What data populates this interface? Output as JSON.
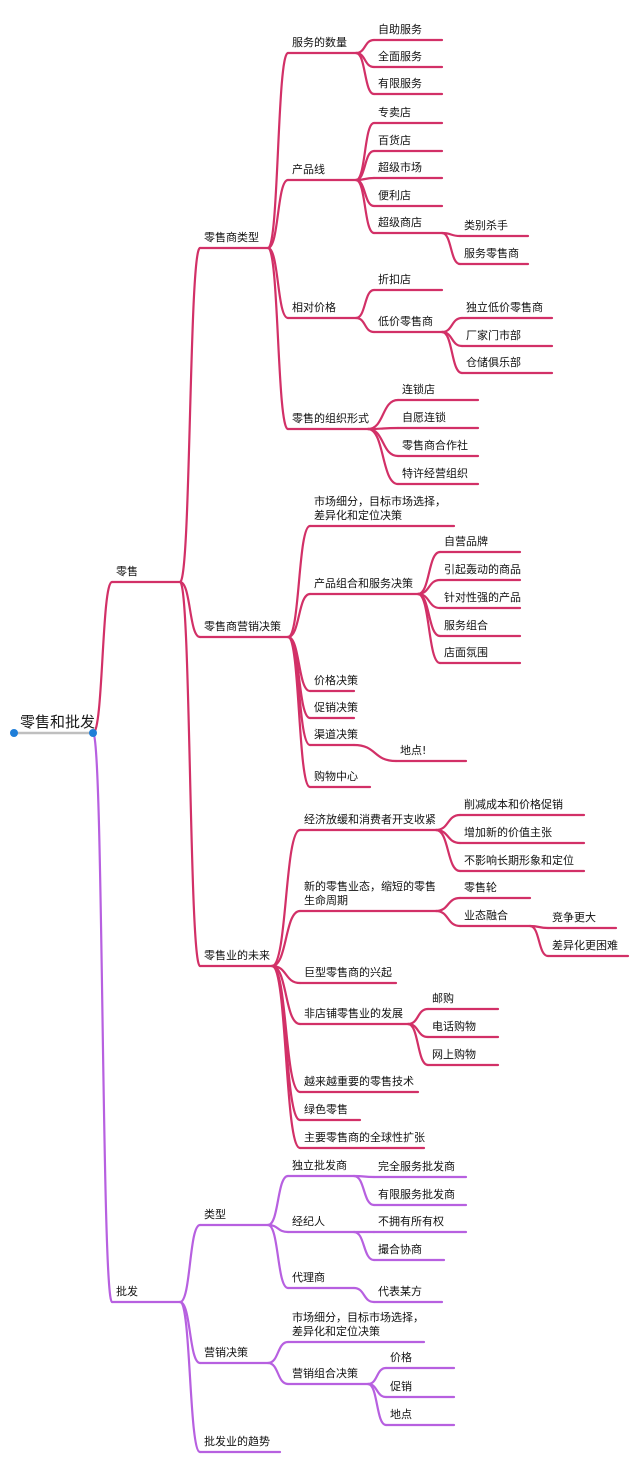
{
  "root": "零售和批发",
  "colors": {
    "retail": "#d23067",
    "wholesale": "#b760e0",
    "root_line": "#bfbfbf",
    "handle": "#1f7ed8"
  },
  "retail": {
    "label": "零售",
    "types": {
      "label": "零售商类型",
      "service": {
        "label": "服务的数量",
        "items": [
          "自助服务",
          "全面服务",
          "有限服务"
        ]
      },
      "product_line": {
        "label": "产品线",
        "items": [
          "专卖店",
          "百货店",
          "超级市场",
          "便利店"
        ],
        "superstore": {
          "label": "超级商店",
          "items": [
            "类别杀手",
            "服务零售商"
          ]
        }
      },
      "relative_price": {
        "label": "相对价格",
        "discount": "折扣店",
        "off_price": {
          "label": "低价零售商",
          "items": [
            "独立低价零售商",
            "厂家门市部",
            "仓储俱乐部"
          ]
        }
      },
      "organization": {
        "label": "零售的组织形式",
        "items": [
          "连锁店",
          "自愿连锁",
          "零售商合作社",
          "特许经营组织"
        ]
      }
    },
    "marketing": {
      "label": "零售商营销决策",
      "segmentation": [
        "市场细分，目标市场选择，",
        "差异化和定位决策"
      ],
      "product_service": {
        "label": "产品组合和服务决策",
        "items": [
          "自营品牌",
          "引起轰动的商品",
          "针对性强的产品",
          "服务组合",
          "店面氛围"
        ]
      },
      "price": "价格决策",
      "promotion": "促销决策",
      "channel": {
        "label": "渠道决策",
        "items": [
          "地点!"
        ]
      },
      "mall": "购物中心"
    },
    "future": {
      "label": "零售业的未来",
      "economy": {
        "label": "经济放缓和消费者开支收紧",
        "items": [
          "削减成本和价格促销",
          "增加新的价值主张",
          "不影响长期形象和定位"
        ]
      },
      "new_forms": {
        "label": [
          "新的零售业态，缩短的零售",
          "生命周期"
        ],
        "wheel": "零售轮",
        "convergence": {
          "label": "业态融合",
          "items": [
            "竞争更大",
            "差异化更困难"
          ]
        }
      },
      "megaretailers": "巨型零售商的兴起",
      "nonstore": {
        "label": "非店铺零售业的发展",
        "items": [
          "邮购",
          "电话购物",
          "网上购物"
        ]
      },
      "technology": "越来越重要的零售技术",
      "green": "绿色零售",
      "global": "主要零售商的全球性扩张"
    }
  },
  "wholesale": {
    "label": "批发",
    "types": {
      "label": "类型",
      "merchant": {
        "label": "独立批发商",
        "items": [
          "完全服务批发商",
          "有限服务批发商"
        ]
      },
      "broker": {
        "label": "经纪人",
        "items": [
          "不拥有所有权",
          "撮合协商"
        ]
      },
      "agent": {
        "label": "代理商",
        "items": [
          "代表某方"
        ]
      }
    },
    "marketing": {
      "label": "营销决策",
      "segmentation": [
        "市场细分，目标市场选择，",
        "差异化和定位决策"
      ],
      "mix": {
        "label": "营销组合决策",
        "items": [
          "价格",
          "促销",
          "地点"
        ]
      }
    },
    "trends": "批发业的趋势"
  }
}
